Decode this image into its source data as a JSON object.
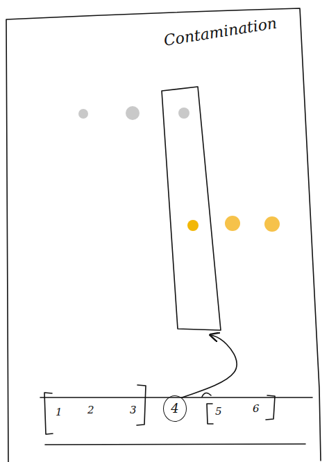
{
  "diagram": {
    "nodes": [
      {
        "text": [
          "Contamination"
        ]
      },
      {
        "text": [
          "4"
        ]
      }
    ],
    "edges": [
      {
        "from": 1,
        "to": 0,
        "arrow": "to"
      }
    ],
    "labels": [
      "1",
      "2",
      "3",
      "5",
      "6"
    ]
  }
}
